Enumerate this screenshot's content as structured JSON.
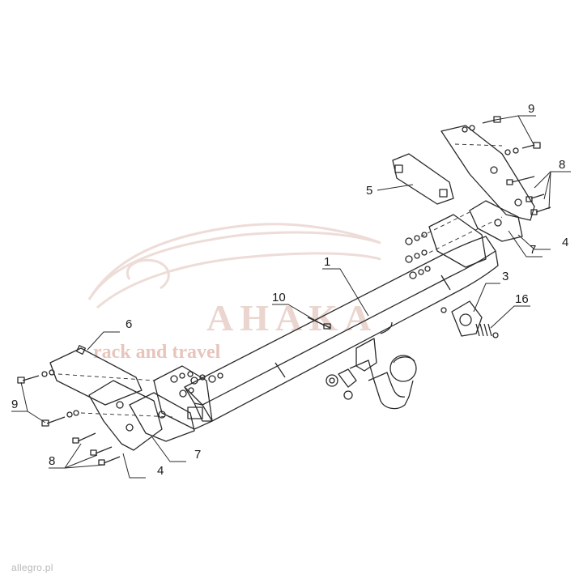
{
  "watermark": {
    "brand": "AHAKA",
    "tagline": "rack and travel",
    "color": "#d9b3a8"
  },
  "corner_logo": {
    "text": "allegro.pl"
  },
  "callouts": [
    {
      "id": "callout-1",
      "text": "1"
    },
    {
      "id": "callout-3",
      "text": "3"
    },
    {
      "id": "callout-4-right",
      "text": "4"
    },
    {
      "id": "callout-4-left",
      "text": "4"
    },
    {
      "id": "callout-5",
      "text": "5"
    },
    {
      "id": "callout-6",
      "text": "6"
    },
    {
      "id": "callout-7-right",
      "text": "7"
    },
    {
      "id": "callout-7-left",
      "text": "7"
    },
    {
      "id": "callout-8-right",
      "text": "8"
    },
    {
      "id": "callout-8-left",
      "text": "8"
    },
    {
      "id": "callout-9-right",
      "text": "9"
    },
    {
      "id": "callout-9-left",
      "text": "9"
    },
    {
      "id": "callout-10",
      "text": "10"
    },
    {
      "id": "callout-16",
      "text": "16"
    }
  ],
  "colors": {
    "line": "#2a2a2a",
    "background": "#ffffff"
  }
}
